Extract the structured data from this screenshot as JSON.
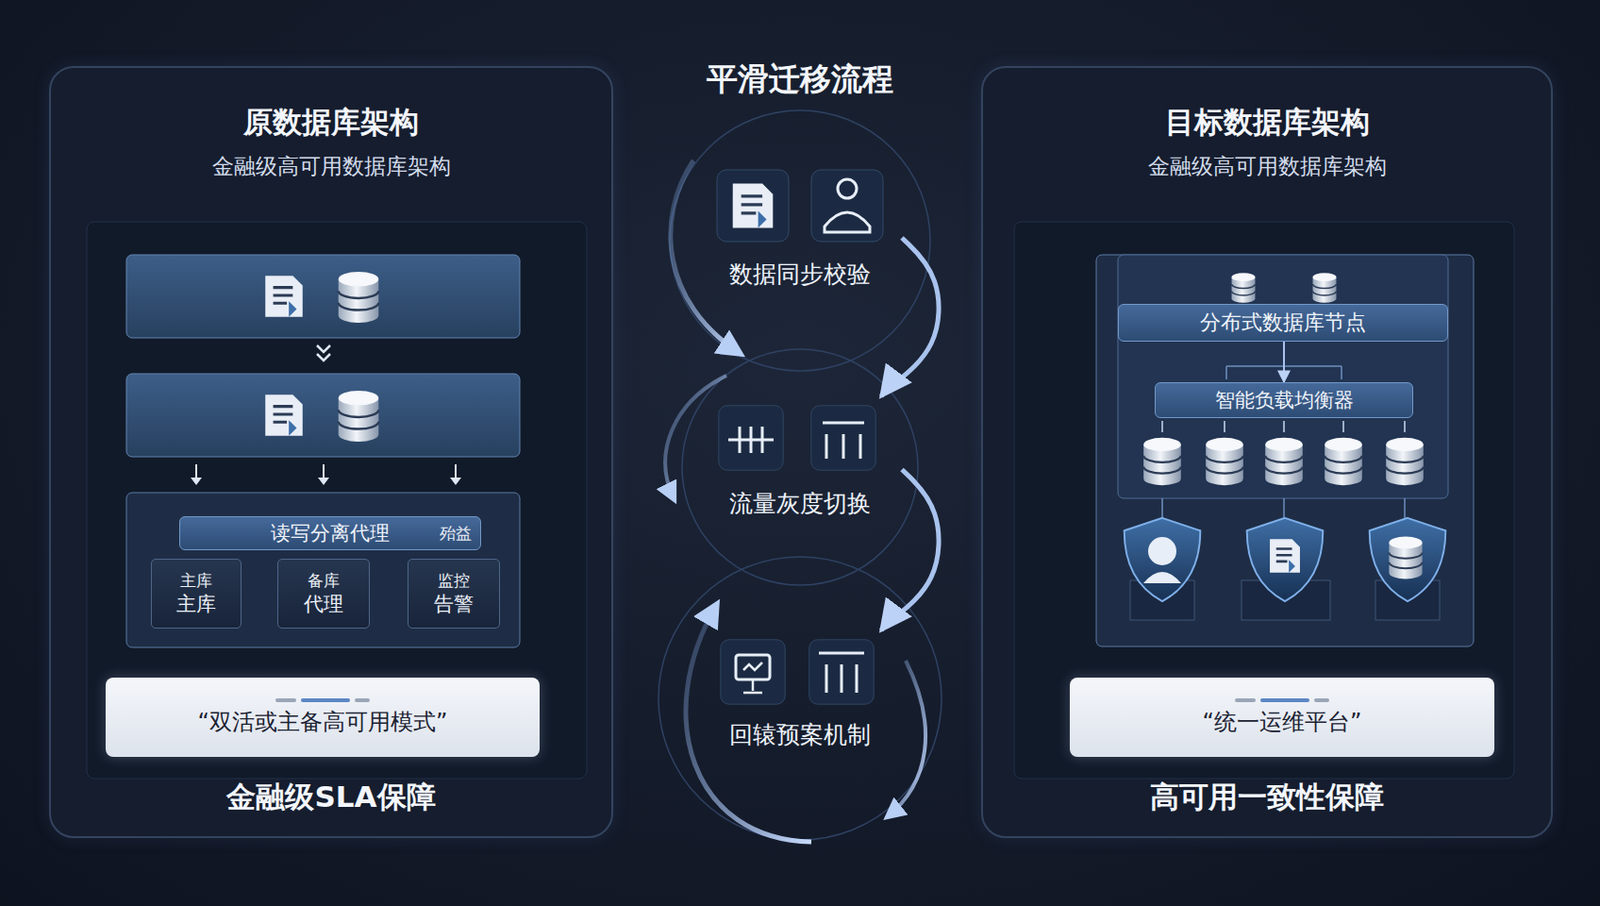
{
  "diagram": {
    "title": "平滑迁移流程",
    "nodes": [
      {
        "text": [
          "原数据库架构",
          "金融级高可用数据库架构",
          "金融级SLA保障"
        ]
      },
      {
        "text": [
          "读写分离代理"
        ],
        "in": 0
      },
      {
        "text": [
          "主库",
          "主库"
        ],
        "in": 0
      },
      {
        "text": [
          "备库",
          "代理"
        ],
        "in": 0
      },
      {
        "text": [
          "监控",
          "告警"
        ],
        "in": 0
      },
      {
        "text": [
          "“双活或主备高可用模式”"
        ],
        "in": 0
      },
      {
        "text": [
          "数据同步校验"
        ]
      },
      {
        "text": [
          "流量灰度切换"
        ]
      },
      {
        "text": [
          "回辕预案机制"
        ]
      },
      {
        "text": [
          "目标数据库架构",
          "金融级高可用数据库架构",
          "高可用一致性保障"
        ]
      },
      {
        "text": [
          "分布式数据库节点"
        ],
        "in": 9
      },
      {
        "text": [
          "智能负载均衡器"
        ],
        "in": 9
      },
      {
        "text": [
          "“统一运维平台”"
        ],
        "in": 9
      }
    ],
    "edges": [
      {
        "from": 6,
        "to": 7,
        "arrow": "to"
      },
      {
        "from": 7,
        "to": 8,
        "arrow": "to"
      },
      {
        "from": 10,
        "to": 11,
        "arrow": "to"
      }
    ],
    "labels": [
      "殆益"
    ]
  }
}
